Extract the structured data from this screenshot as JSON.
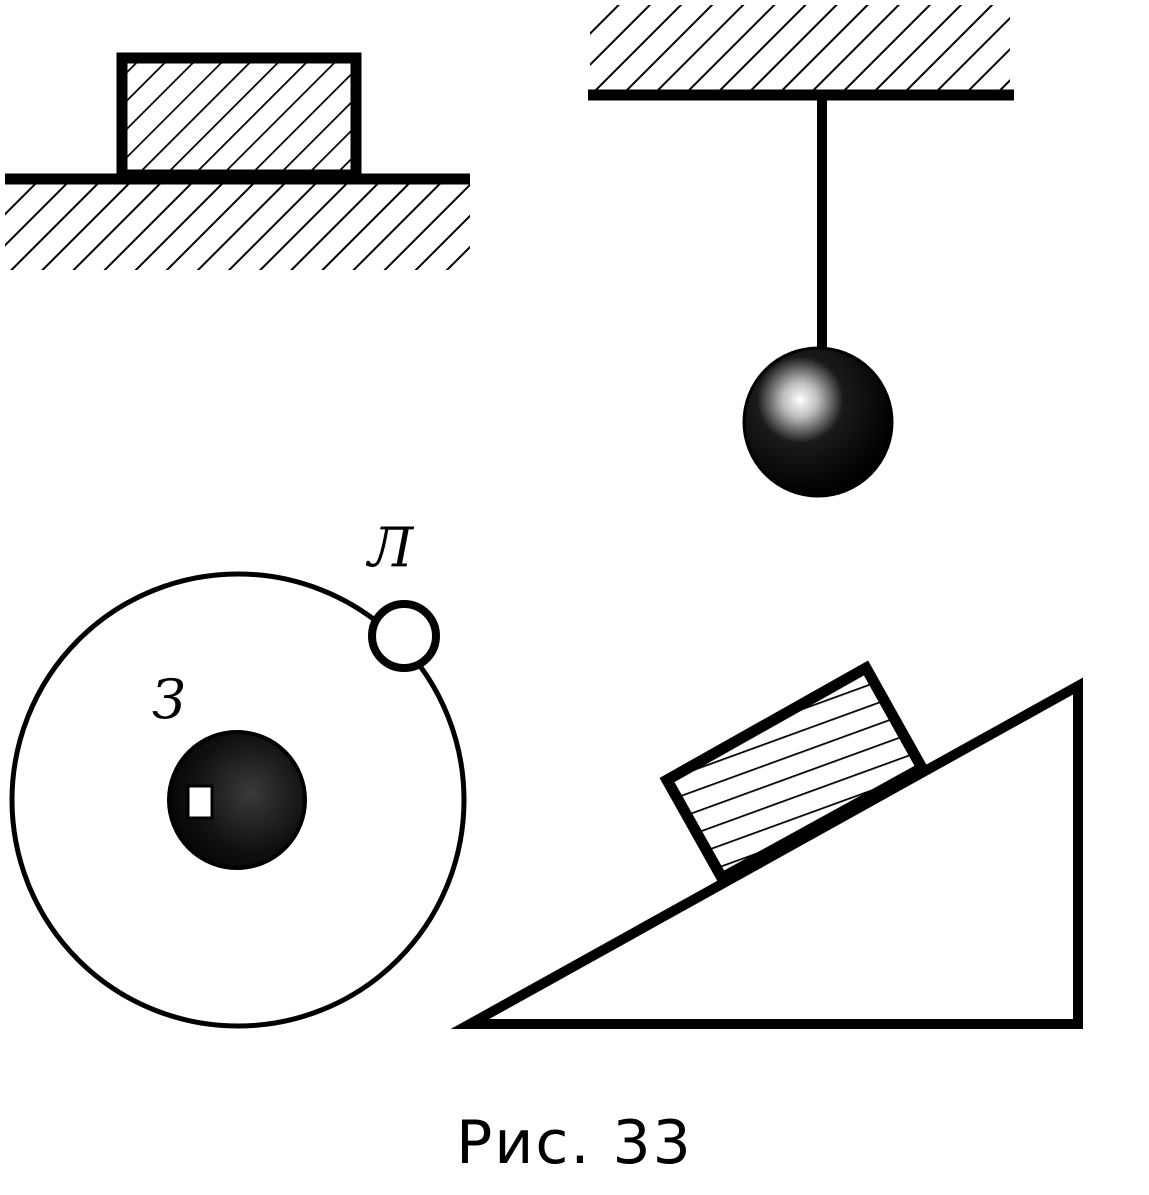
{
  "figure": {
    "caption": "Рис. 33",
    "labels": {
      "earth": "З",
      "moon": "Л"
    }
  },
  "colors": {
    "ink": "#000000",
    "paper": "#ffffff"
  }
}
